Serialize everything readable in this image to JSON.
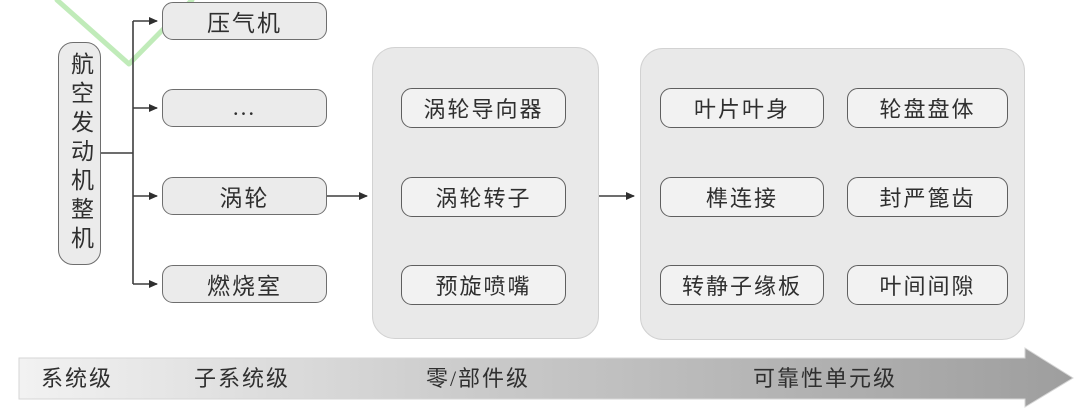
{
  "diagram": {
    "title_none_shown": "",
    "root": {
      "label": "航空发动机整机"
    },
    "subsystems": [
      {
        "label": "压气机"
      },
      {
        "label": "..."
      },
      {
        "label": "涡轮"
      },
      {
        "label": "燃烧室"
      }
    ],
    "components": [
      {
        "label": "涡轮导向器"
      },
      {
        "label": "涡轮转子"
      },
      {
        "label": "预旋喷嘴"
      }
    ],
    "reliability_units": [
      {
        "label": "叶片叶身"
      },
      {
        "label": "轮盘盘体"
      },
      {
        "label": "榫连接"
      },
      {
        "label": "封严篦齿"
      },
      {
        "label": "转静子缘板"
      },
      {
        "label": "叶间间隙"
      }
    ],
    "axis_levels": [
      {
        "label": "系统级"
      },
      {
        "label": "子系统级"
      },
      {
        "label": "零/部件级"
      },
      {
        "label": "可靠性单元级"
      }
    ],
    "colors": {
      "node_fill": "#ebebeb",
      "node_border": "#6e6e6e",
      "group_fill": "#e9e9e9",
      "inner_node_fill": "#f2f2f2",
      "connector": "#3d3d3d",
      "axis_gradient_start": "#f2f2f2",
      "axis_gradient_end": "#9e9e9e",
      "watermark_green": "#b5e8ad",
      "text": "#2f2f2f"
    }
  }
}
